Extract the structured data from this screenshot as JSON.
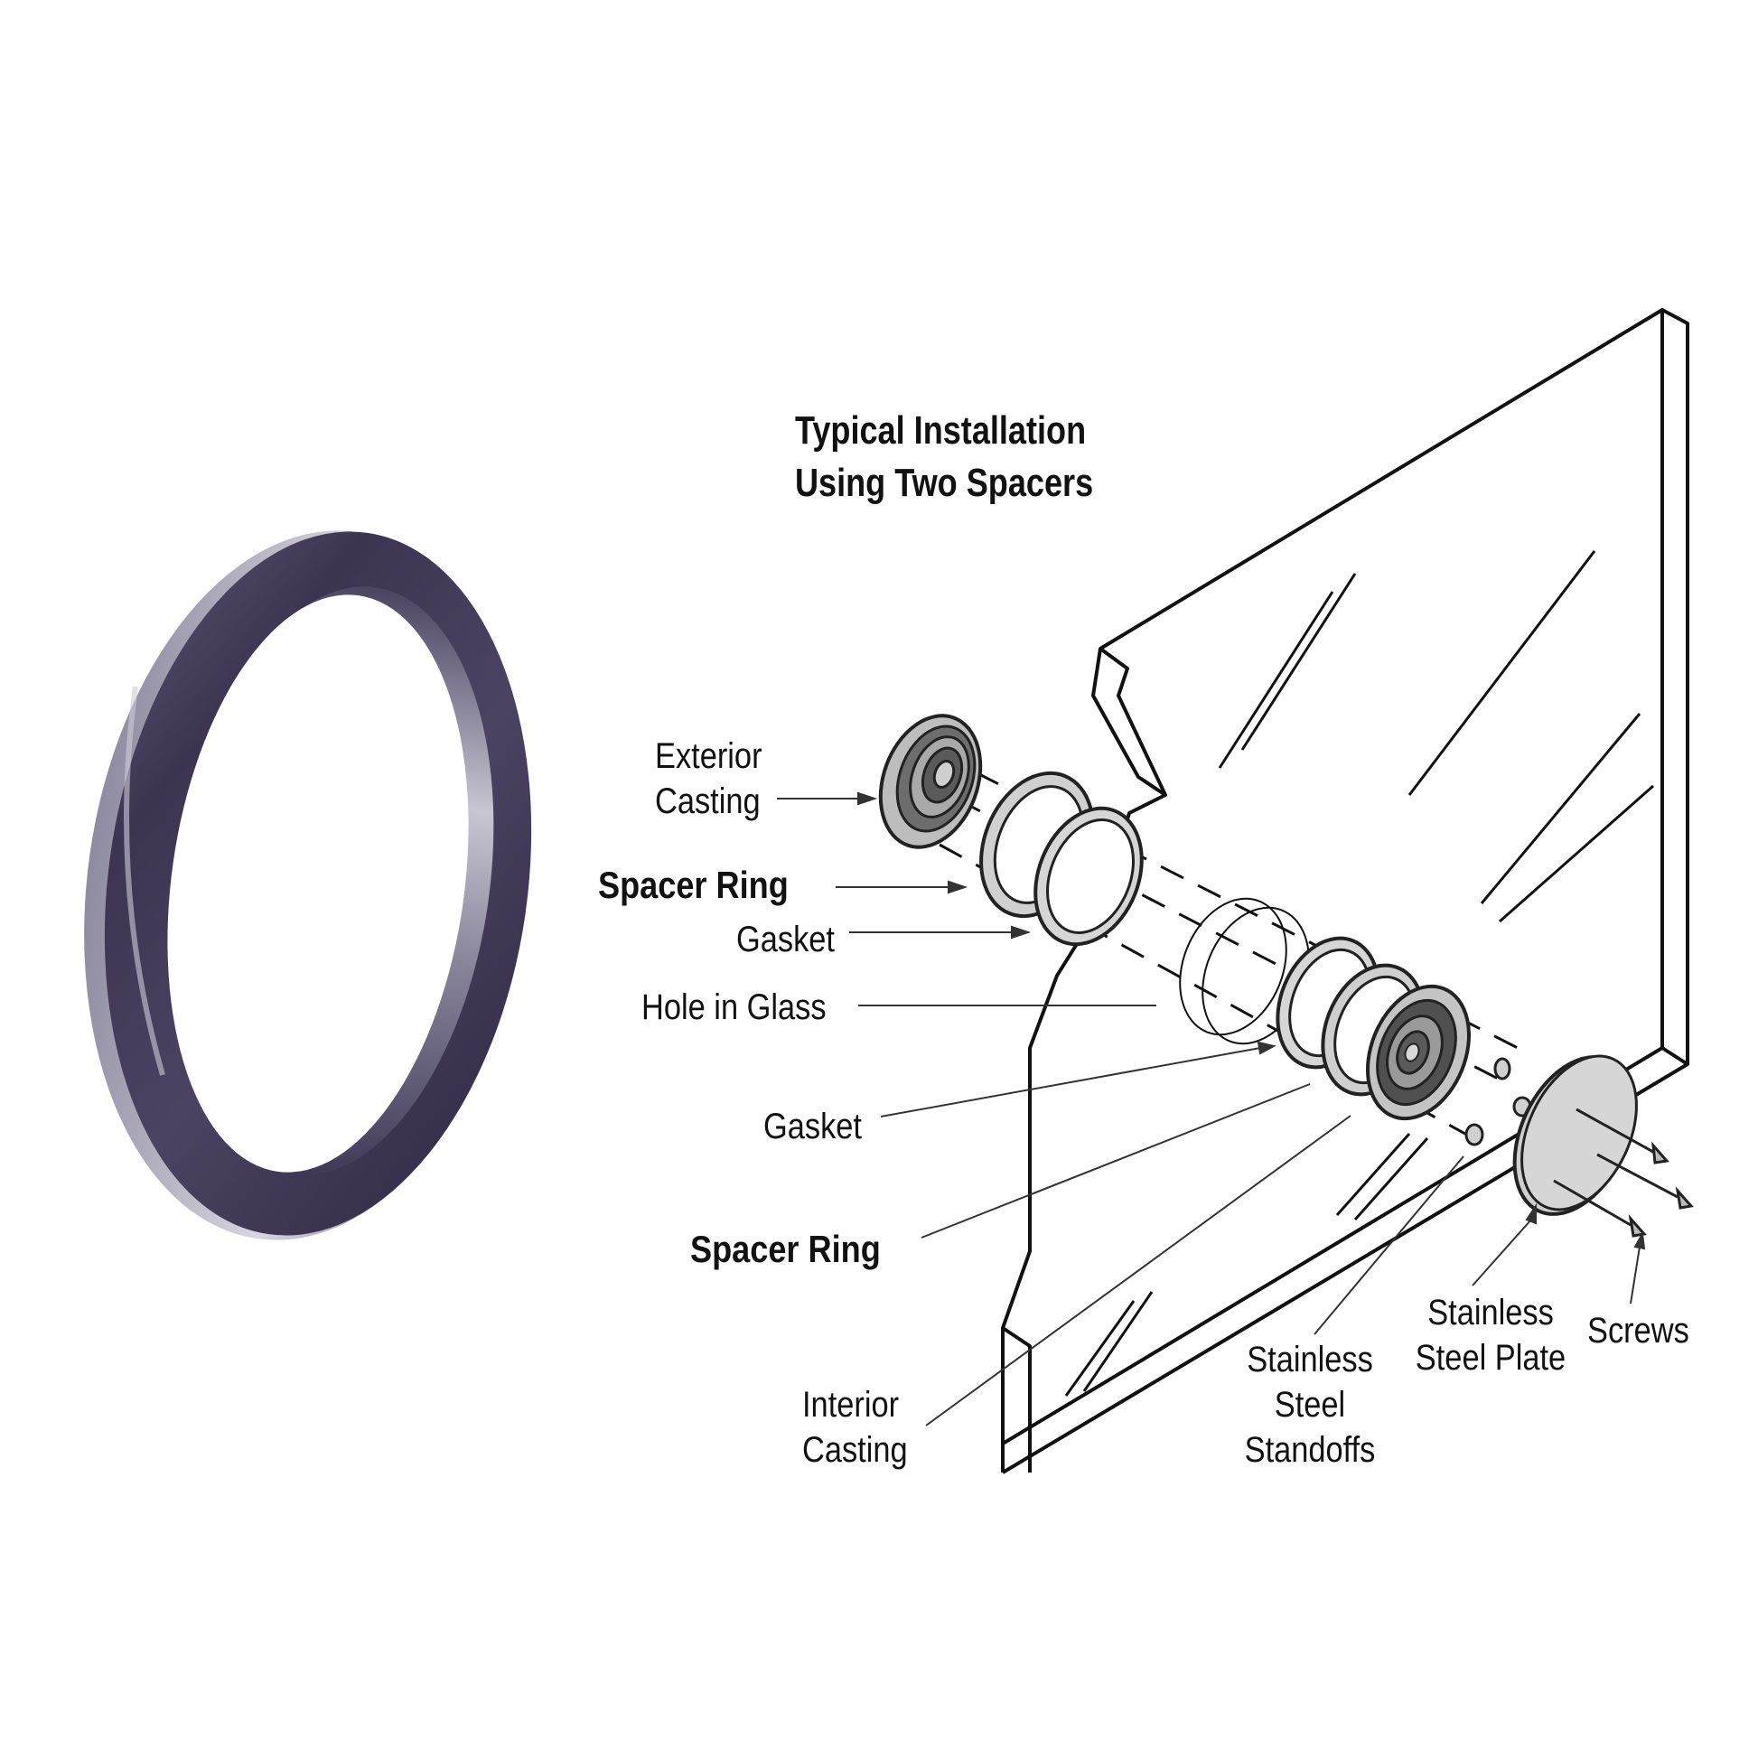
{
  "title": {
    "line1": "Typical Installation",
    "line2": "Using Two Spacers"
  },
  "product": {
    "name": "spacer-ring",
    "colors": {
      "ring_dark": "#3a3350",
      "ring_mid": "#5a5470",
      "ring_highlight": "#b8b4c4"
    }
  },
  "labels": {
    "exterior_casting": [
      "Exterior",
      "Casting"
    ],
    "spacer_ring_top": "Spacer Ring",
    "gasket_top": "Gasket",
    "hole_in_glass": "Hole in Glass",
    "gasket_bottom": "Gasket",
    "spacer_ring_bottom": "Spacer Ring",
    "interior_casting": [
      "Interior",
      "Casting"
    ],
    "stainless_steel_standoffs": [
      "Stainless",
      "Steel",
      "Standoffs"
    ],
    "stainless_steel_plate": [
      "Stainless",
      "Steel Plate"
    ],
    "screws": "Screws"
  },
  "diagram_colors": {
    "line": "#111111",
    "part_fill": "#c9c9c9",
    "part_dark": "#555555",
    "plate_fill": "#d4d4d4"
  }
}
